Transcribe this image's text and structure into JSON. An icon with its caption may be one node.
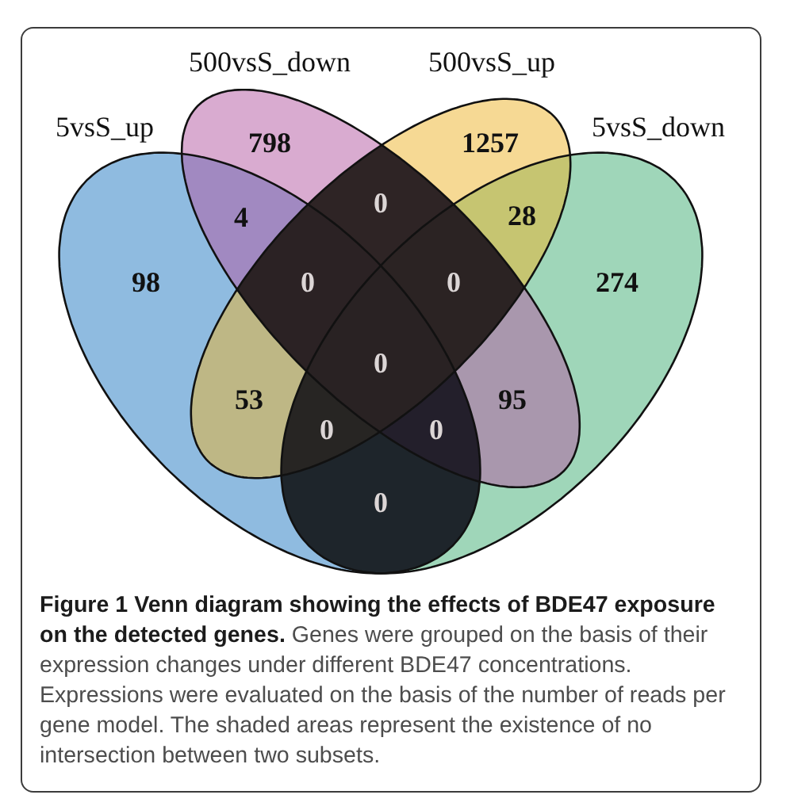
{
  "diagram": {
    "caption": "**Figure 1 Venn diagram showing the effects of BDE47 exposure on the detected genes.** Genes were grouped on the basis of their expression changes under different BDE47 concentrations. Expressions were evaluated on the basis of the number of reads per gene model. The shaded areas represent the existence of no intersection between two subsets.",
    "nodes": [
      {
        "text": [
          "5vsS_up"
        ]
      },
      {
        "text": [
          "500vsS_down"
        ]
      },
      {
        "text": [
          "500vsS_up"
        ]
      },
      {
        "text": [
          "5vsS_down"
        ]
      }
    ],
    "labels": [
      "798",
      "1257",
      "0",
      "4",
      "28",
      "98",
      "0",
      "0",
      "274",
      "0",
      "53",
      "95",
      "0",
      "0",
      "0"
    ]
  }
}
